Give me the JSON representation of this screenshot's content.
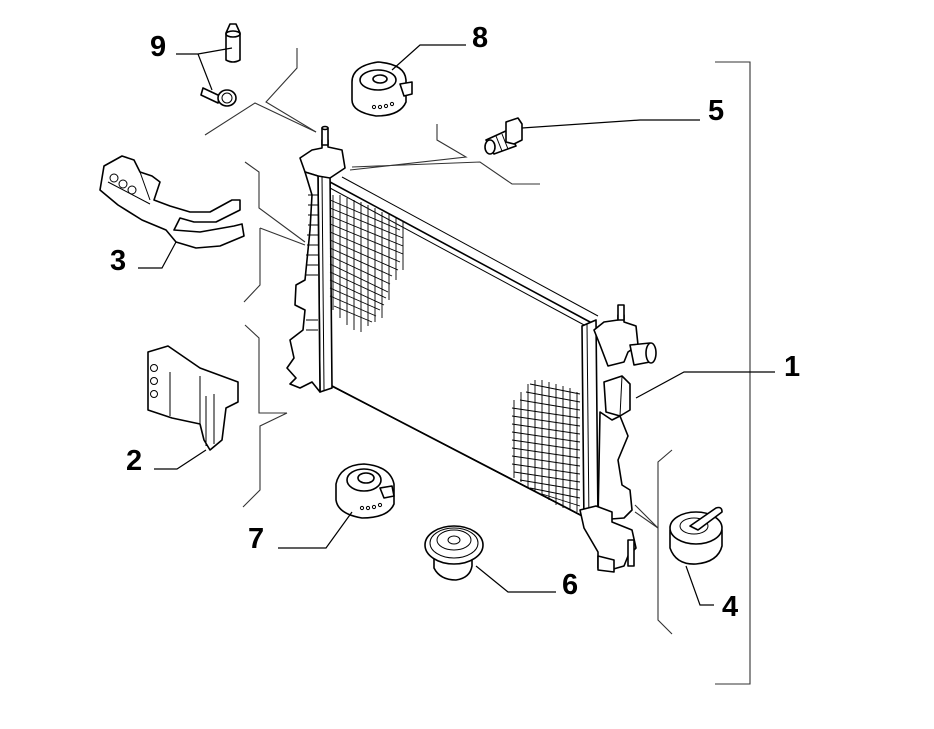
{
  "diagram": {
    "type": "exploded parts diagram",
    "subject": "radiator assembly",
    "callouts": [
      {
        "number": "1",
        "part": "radiator"
      },
      {
        "number": "2",
        "part": "mounting bracket"
      },
      {
        "number": "3",
        "part": "upper bracket"
      },
      {
        "number": "4",
        "part": "drain plug / cap"
      },
      {
        "number": "5",
        "part": "bleed screw / connector"
      },
      {
        "number": "6",
        "part": "rubber mount (lower)"
      },
      {
        "number": "7",
        "part": "rubber mount"
      },
      {
        "number": "8",
        "part": "rubber mount (upper)"
      },
      {
        "number": "9",
        "part": "pin and screw"
      }
    ],
    "colors": {
      "line": "#000000",
      "background": "#ffffff"
    }
  }
}
